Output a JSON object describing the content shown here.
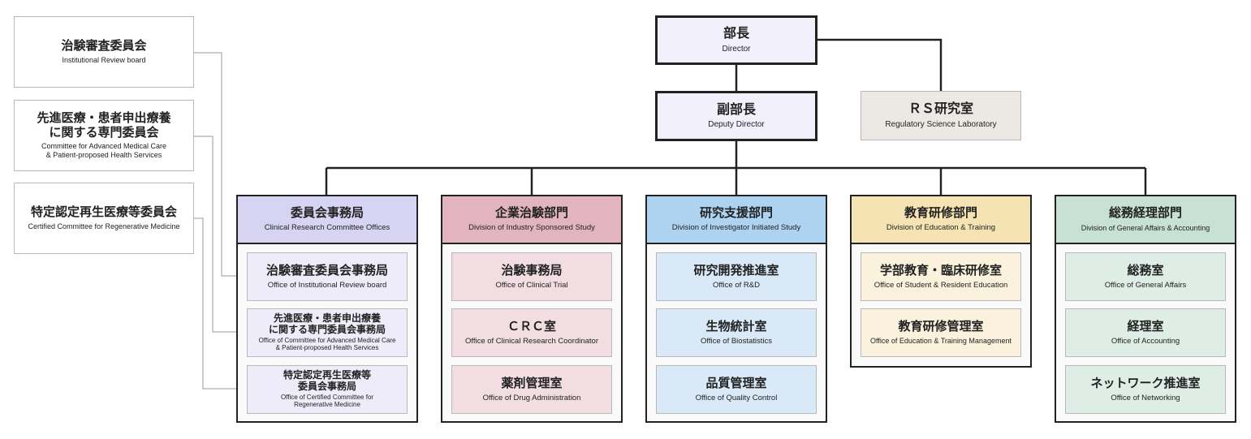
{
  "committees": [
    {
      "jp": "治験審査委員会",
      "en": "Institutional Review board"
    },
    {
      "jp": "先進医療・患者申出療養\nに関する専門委員会",
      "en": "Committee for Advanced Medical Care\n& Patient-proposed Health Services"
    },
    {
      "jp": "特定認定再生医療等委員会",
      "en": "Certified Committee for Regenerative Medicine"
    }
  ],
  "director": {
    "jp": "部長",
    "en": "Director"
  },
  "deputy": {
    "jp": "副部長",
    "en": "Deputy Director"
  },
  "rs_lab": {
    "jp": "ＲＳ研究室",
    "en": "Regulatory Science Laboratory"
  },
  "divisions": [
    {
      "jp": "委員会事務局",
      "en": "Clinical Research Committee Offices",
      "head_color": "#d7d3f3",
      "office_color": "#efecfa",
      "offices": [
        {
          "jp": "治験審査委員会事務局",
          "en": "Office of Institutional Review board"
        },
        {
          "jp": "先進医療・患者申出療養\nに関する専門委員会事務局",
          "en": "Office of Committee for Advanced Medical Care\n& Patient-proposed Health Services"
        },
        {
          "jp": "特定認定再生医療等\n委員会事務局",
          "en": "Office of Certified Committee for\nRegenerative Medicine"
        }
      ]
    },
    {
      "jp": "企業治験部門",
      "en": "Division of Industry Sponsored Study",
      "head_color": "#e2b4c0",
      "office_color": "#f1dde2",
      "offices": [
        {
          "jp": "治験事務局",
          "en": "Office of Clinical Trial"
        },
        {
          "jp": "ＣＲＣ室",
          "en": "Office of Clinical Research Coordinator"
        },
        {
          "jp": "薬剤管理室",
          "en": "Office of Drug Administration"
        }
      ]
    },
    {
      "jp": "研究支援部門",
      "en": "Division of Investigator Initiated Study",
      "head_color": "#aed3f1",
      "office_color": "#d9e9f7",
      "offices": [
        {
          "jp": "研究開発推進室",
          "en": "Office of R&D"
        },
        {
          "jp": "生物統計室",
          "en": "Office of Biostatistics"
        },
        {
          "jp": "品質管理室",
          "en": "Office of Quality Control"
        }
      ]
    },
    {
      "jp": "教育研修部門",
      "en": "Division of Education & Training",
      "head_color": "#f5e3b3",
      "office_color": "#faf2dc",
      "offices": [
        {
          "jp": "学部教育・臨床研修室",
          "en": "Office of Student & Resident Education"
        },
        {
          "jp": "教育研修管理室",
          "en": "Office of Education & Training Management"
        }
      ]
    },
    {
      "jp": "総務経理部門",
      "en": "Division of General Affairs & Accounting",
      "head_color": "#c7e1d5",
      "office_color": "#deede5",
      "offices": [
        {
          "jp": "総務室",
          "en": "Office of General Affairs"
        },
        {
          "jp": "経理室",
          "en": "Office of Accounting"
        },
        {
          "jp": "ネットワーク推進室",
          "en": "Office of Networking"
        }
      ]
    }
  ]
}
